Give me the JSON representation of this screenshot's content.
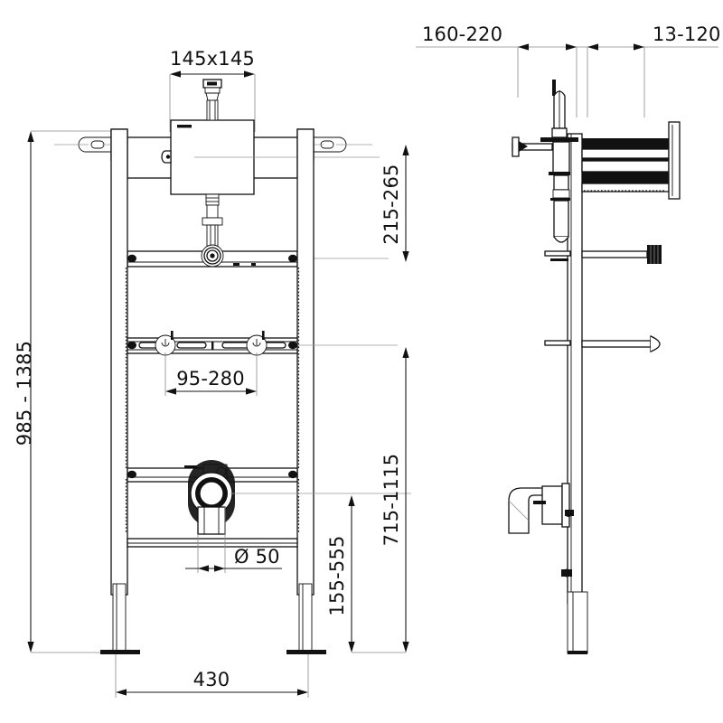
{
  "drawing": {
    "title": "Sanitary installation frame technical drawing",
    "type": "engineering-dimension-drawing",
    "units": "mm",
    "views": [
      {
        "id": "front",
        "name": "front-elevation"
      },
      {
        "id": "side",
        "name": "side-elevation"
      }
    ],
    "colors": {
      "line": "#111111",
      "thin_line": "#8a8a8a",
      "center_line": "#9a9a9a",
      "fill": "#ffffff",
      "shade": "#d8d8d8",
      "background": "#ffffff"
    }
  },
  "dimensions": {
    "cistern_face": {
      "label": "145x145",
      "value": "145x145",
      "orientation": "horizontal",
      "view": "front"
    },
    "overall_height": {
      "label": "985 - 1385",
      "value": "985 - 1385",
      "orientation": "vertical",
      "view": "front"
    },
    "bracket_spacing": {
      "label": "95-280",
      "value": "95-280",
      "orientation": "horizontal",
      "view": "front"
    },
    "outlet_diameter": {
      "label": "Ø 50",
      "value": "Ø 50",
      "orientation": "horizontal",
      "view": "front"
    },
    "frame_width": {
      "label": "430",
      "value": "430",
      "orientation": "horizontal",
      "view": "front"
    },
    "top_offset": {
      "label": "215-265",
      "value": "215-265",
      "orientation": "vertical",
      "view": "right"
    },
    "mid_height": {
      "label": "715-1115",
      "value": "715-1115",
      "orientation": "vertical",
      "view": "right"
    },
    "low_height": {
      "label": "155-555",
      "value": "155-555",
      "orientation": "vertical",
      "view": "right"
    },
    "wall_depth": {
      "label": "160-220",
      "value": "160-220",
      "orientation": "horizontal",
      "view": "side"
    },
    "plate_depth": {
      "label": "13-120",
      "value": "13-120",
      "orientation": "horizontal",
      "view": "side"
    }
  },
  "components": {
    "front": [
      "support-frame",
      "top-mounting-bracket-left",
      "top-mounting-bracket-right",
      "cistern-box",
      "flush-valve-stem",
      "upper-crossrail",
      "adjustable-bolt-rail",
      "bolt-left",
      "bolt-right",
      "lower-crossrail",
      "drain-outlet",
      "base-rail",
      "leg-left",
      "leg-right",
      "foot-left",
      "foot-right"
    ],
    "side": [
      "wall-line",
      "frame-upright",
      "flush-valve-assembly",
      "actuator-plate",
      "threaded-stud",
      "wall-anchor",
      "pipe-elbow",
      "leg"
    ]
  }
}
